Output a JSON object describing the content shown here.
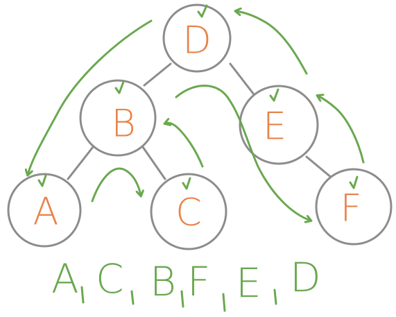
{
  "colors": {
    "node_label": "#e8834a",
    "node_stroke": "#8c8c8c",
    "annotation": "#6aa84f"
  },
  "nodes": [
    {
      "id": "D",
      "label": "D"
    },
    {
      "id": "B",
      "label": "B"
    },
    {
      "id": "E",
      "label": "E"
    },
    {
      "id": "A",
      "label": "A"
    },
    {
      "id": "C",
      "label": "C"
    },
    {
      "id": "F",
      "label": "F"
    }
  ],
  "edges": [
    [
      "D",
      "B"
    ],
    [
      "D",
      "E"
    ],
    [
      "B",
      "A"
    ],
    [
      "B",
      "C"
    ],
    [
      "E",
      "F"
    ]
  ],
  "visit_order": [
    "A",
    "C",
    "B",
    "F",
    "E",
    "D"
  ]
}
